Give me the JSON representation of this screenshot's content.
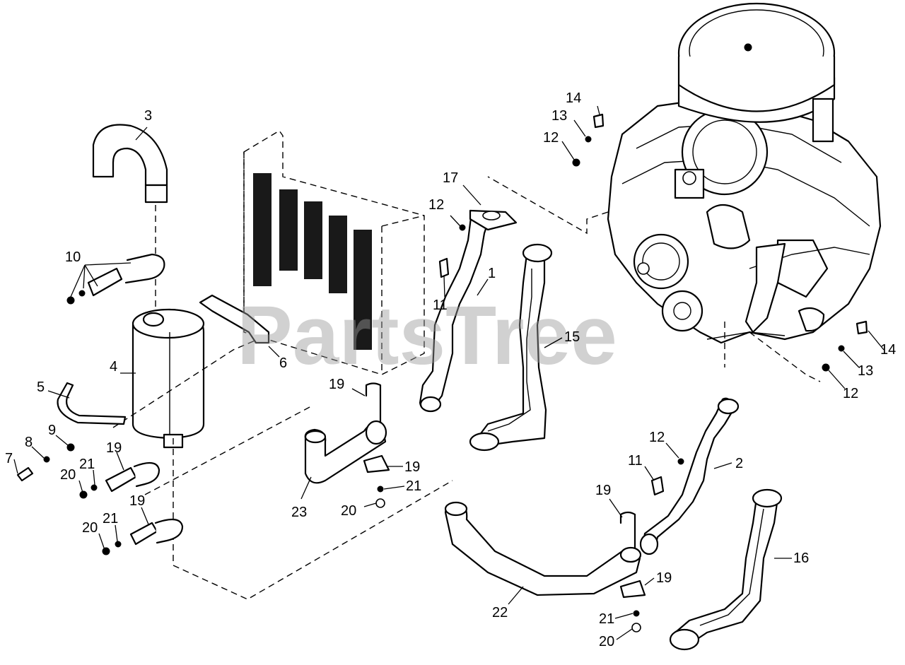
{
  "watermark": "PartsTree",
  "callouts": {
    "c1": "1",
    "c2": "2",
    "c3": "3",
    "c4": "4",
    "c5": "5",
    "c6": "6",
    "c7": "7",
    "c8": "8",
    "c9": "9",
    "c10": "10",
    "c11a": "11",
    "c11b": "11",
    "c12a": "12",
    "c12b": "12",
    "c12c": "12",
    "c12d": "12",
    "c13a": "13",
    "c13b": "13",
    "c14a": "14",
    "c14b": "14",
    "c15": "15",
    "c16": "16",
    "c17": "17",
    "c19a": "19",
    "c19b": "19",
    "c19c": "19",
    "c19d": "19",
    "c19e": "19",
    "c19f": "19",
    "c20a": "20",
    "c20b": "20",
    "c20c": "20",
    "c20d": "20",
    "c21a": "21",
    "c21b": "21",
    "c21c": "21",
    "c21d": "21",
    "c22": "22",
    "c23": "23"
  }
}
